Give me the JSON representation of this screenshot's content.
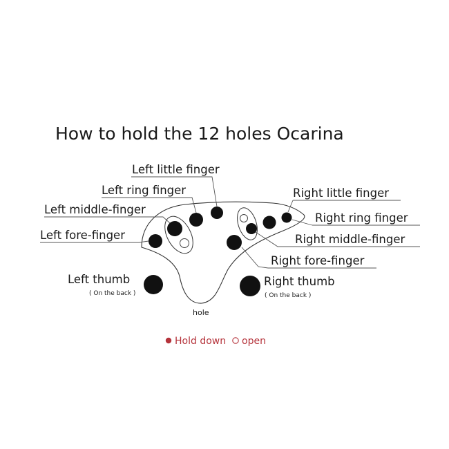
{
  "title": "How to hold the 12 holes Ocarina",
  "labels": {
    "left_little_finger": "Left little finger",
    "left_ring_finger": "Left ring finger",
    "left_middle_finger": "Left middle-finger",
    "left_fore_finger": "Left fore-finger",
    "left_thumb": "Left thumb",
    "left_thumb_note": "( On the back )",
    "right_little_finger": "Right little finger",
    "right_ring_finger": "Right ring finger",
    "right_middle_finger": "Right middle-finger",
    "right_fore_finger": "Right fore-finger",
    "right_thumb": "Right thumb",
    "right_thumb_note": "( On the back )",
    "hole": "hole"
  },
  "legend": {
    "hold_down": "Hold down",
    "open": "open",
    "hold_color": "#b5333b",
    "open_color": "#555555"
  }
}
